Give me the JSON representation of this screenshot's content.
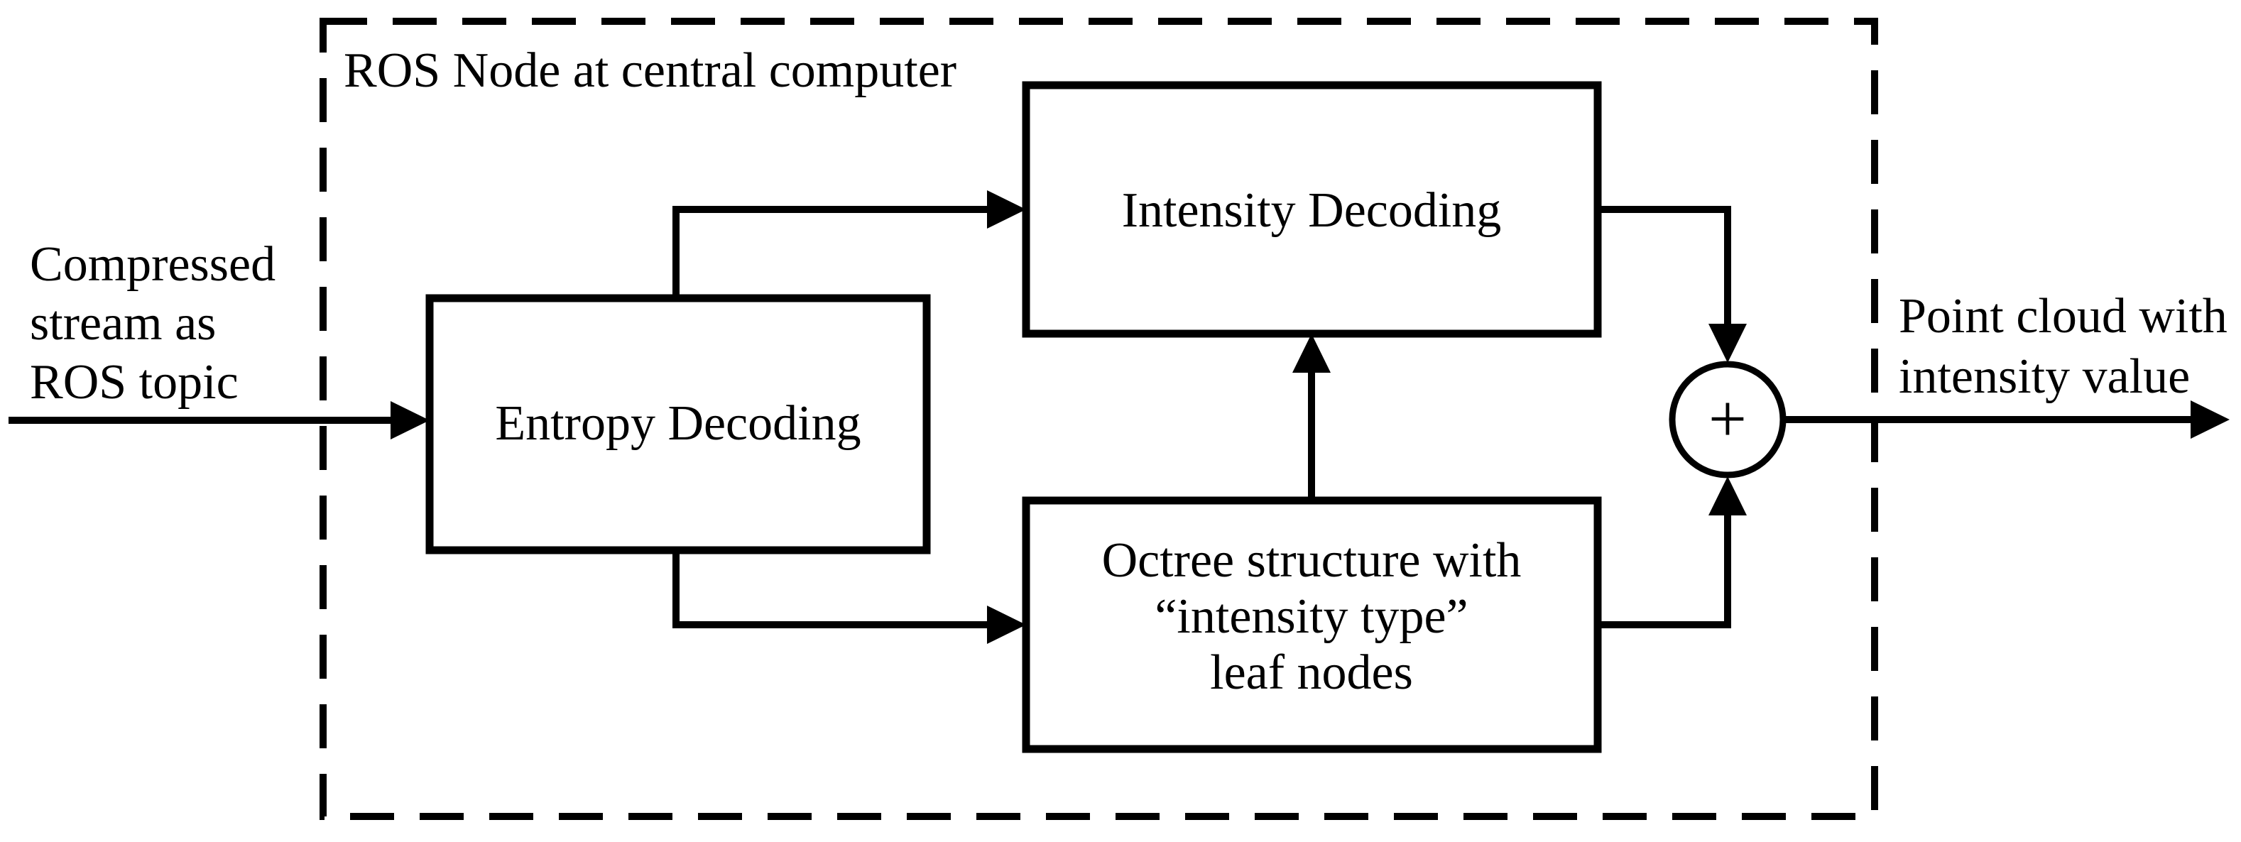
{
  "page": {
    "background": "#ffffff",
    "ink": "#000000"
  },
  "diagram": {
    "title": "ROS Node at central computer",
    "input_label": {
      "lines": [
        "Compressed",
        "stream as",
        "ROS topic"
      ]
    },
    "output_label": {
      "lines": [
        "Point cloud with",
        "intensity value"
      ]
    },
    "blocks": {
      "entropy": {
        "label": "Entropy Decoding"
      },
      "intensity": {
        "label": "Intensity Decoding"
      },
      "octree": {
        "lines": [
          "Octree structure with",
          "“intensity type”",
          "leaf nodes"
        ]
      }
    },
    "sum_node": {
      "symbol": "+"
    }
  }
}
